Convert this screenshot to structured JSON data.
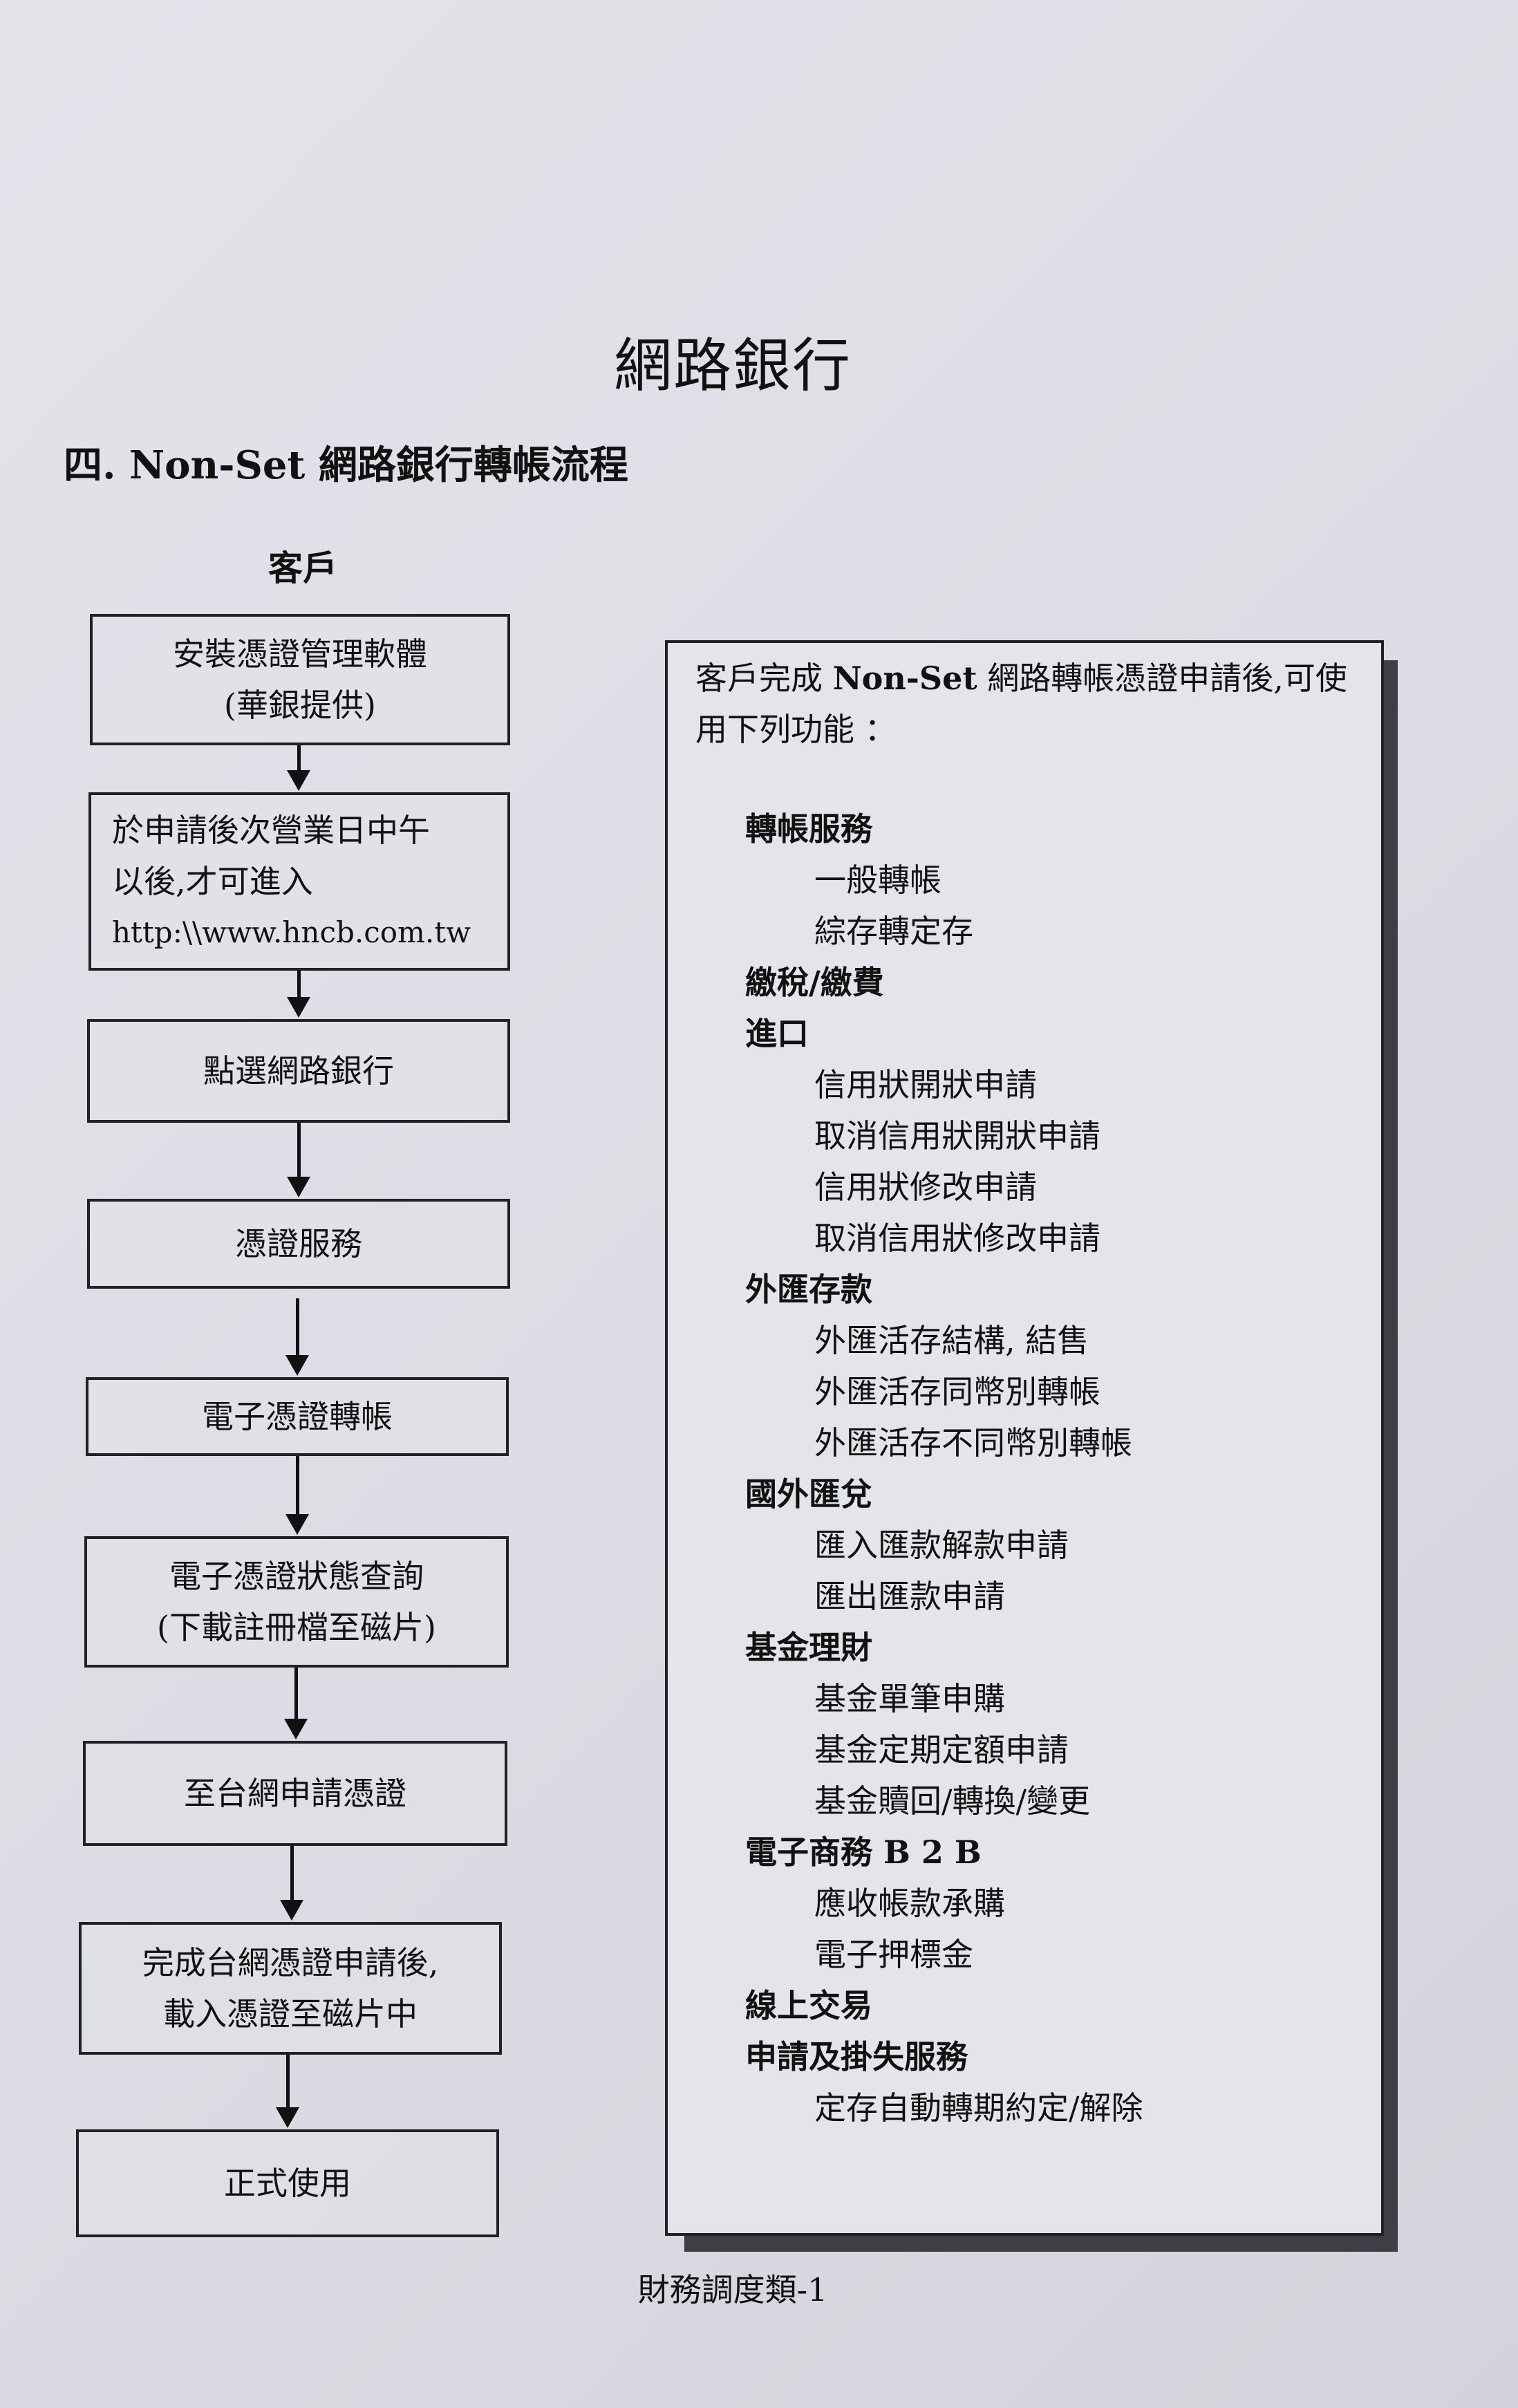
{
  "title": "網路銀行",
  "section_heading": "四.  Non-Set 網路銀行轉帳流程",
  "flow_label": "客戶",
  "flow_steps": [
    {
      "lines": [
        "安裝憑證管理軟體",
        "(華銀提供)"
      ]
    },
    {
      "lines": [
        "於申請後次營業日中午",
        "以後,才可進入",
        "http:\\\\www.hncb.com.tw"
      ]
    },
    {
      "lines": [
        "點選網路銀行"
      ]
    },
    {
      "lines": [
        "憑證服務"
      ]
    },
    {
      "lines": [
        "電子憑證轉帳"
      ]
    },
    {
      "lines": [
        "電子憑證狀態查詢",
        "(下載註冊檔至磁片)"
      ]
    },
    {
      "lines": [
        "至台網申請憑證"
      ]
    },
    {
      "lines": [
        "完成台網憑證申請後,",
        "載入憑證至磁片中"
      ]
    },
    {
      "lines": [
        "正式使用"
      ]
    }
  ],
  "panel": {
    "intro_prefix": "客戶完成",
    "intro_bold": "Non-Set",
    "intro_suffix": "網路轉帳憑證申請後,可使用下列功能 ：",
    "categories": [
      {
        "name": "轉帳服務",
        "items": [
          "一般轉帳",
          "綜存轉定存"
        ]
      },
      {
        "name": "繳稅/繳費",
        "items": []
      },
      {
        "name": "進口",
        "items": [
          "信用狀開狀申請",
          "取消信用狀開狀申請",
          "信用狀修改申請",
          "取消信用狀修改申請"
        ]
      },
      {
        "name": "外匯存款",
        "items": [
          "外匯活存結構, 結售",
          "外匯活存同幣別轉帳",
          "外匯活存不同幣別轉帳"
        ]
      },
      {
        "name": "國外匯兌",
        "items": [
          "匯入匯款解款申請",
          "匯出匯款申請"
        ]
      },
      {
        "name": "基金理財",
        "items": [
          "基金單筆申購",
          "基金定期定額申請",
          "基金贖回/轉換/變更"
        ]
      },
      {
        "name": "電子商務 B 2 B",
        "items": [
          "應收帳款承購",
          "電子押標金"
        ]
      },
      {
        "name": "線上交易",
        "items": []
      },
      {
        "name": "申請及掛失服務",
        "items": [
          "定存自動轉期約定/解除"
        ]
      }
    ]
  },
  "footer": "財務調度類-1"
}
